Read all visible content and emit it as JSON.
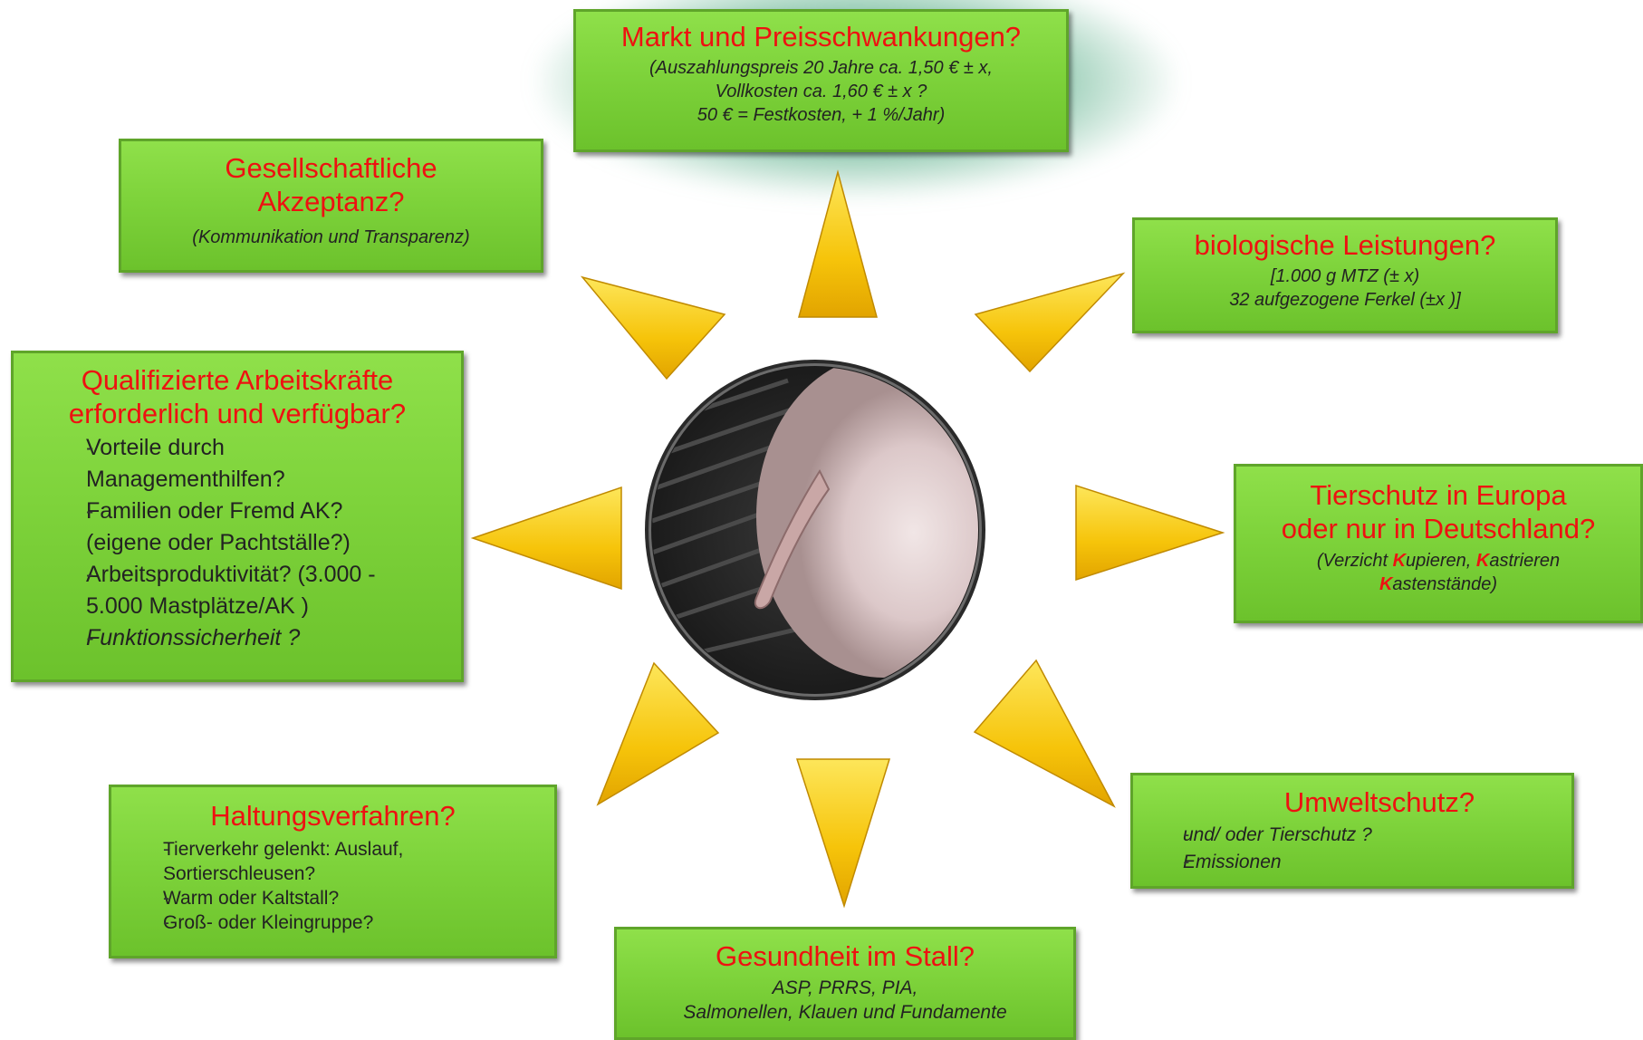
{
  "markt": {
    "title": "Markt und Preisschwankungen?",
    "lines": [
      "(Auszahlungspreis 20 Jahre ca. 1,50 € ± x,",
      "Vollkosten  ca. 1,60 € ± x ?",
      "50 € = Festkosten, + 1 %/Jahr)"
    ]
  },
  "gesellschaft": {
    "title_line1": "Gesellschaftliche",
    "title_line2": "Akzeptanz?",
    "sub": "(Kommunikation  und Transparenz)"
  },
  "biologisch": {
    "title": "biologische Leistungen?",
    "line1": "[1.000 g MTZ (± x)",
    "line2": "32 aufgezogene Ferkel (±x )]"
  },
  "qualifiziert": {
    "title_line1": "Qualifizierte Arbeitskräfte",
    "title_line2": "erforderlich und verfügbar?",
    "items": [
      "Vorteile durch Managementhilfen?",
      "Familien oder Fremd AK? (eigene oder Pachtställe?)",
      "Arbeitsproduktivität? (3.000 - 5.000 Mastplätze/AK )",
      "Funktionssicherheit ?"
    ]
  },
  "tierschutz": {
    "title_line1": "Tierschutz in Europa",
    "title_line2": "oder nur in Deutschland?",
    "sub_prefix": "(Verzicht ",
    "k1": "K",
    "w1": "upieren, ",
    "k2": "K",
    "w2": "astrieren",
    "k3": "K",
    "w3": "astenstände)"
  },
  "haltung": {
    "title": "Haltungsverfahren?",
    "items": [
      "Tierverkehr gelenkt: Auslauf, Sortierschleusen?",
      "Warm oder Kaltstall?",
      "Groß- oder Kleingruppe?"
    ]
  },
  "umwelt": {
    "title": "Umweltschutz?",
    "items": [
      "und/ oder Tierschutz ?",
      "Emissionen"
    ]
  },
  "gesundheit": {
    "title": "Gesundheit im Stall?",
    "line1": "ASP, PRRS, PIA,",
    "line2": "Salmonellen, Klauen und Fundamente"
  },
  "colors": {
    "box_green": "#7ed33b",
    "title_red": "#ee1111",
    "ray_yellow": "#f6c40a"
  }
}
